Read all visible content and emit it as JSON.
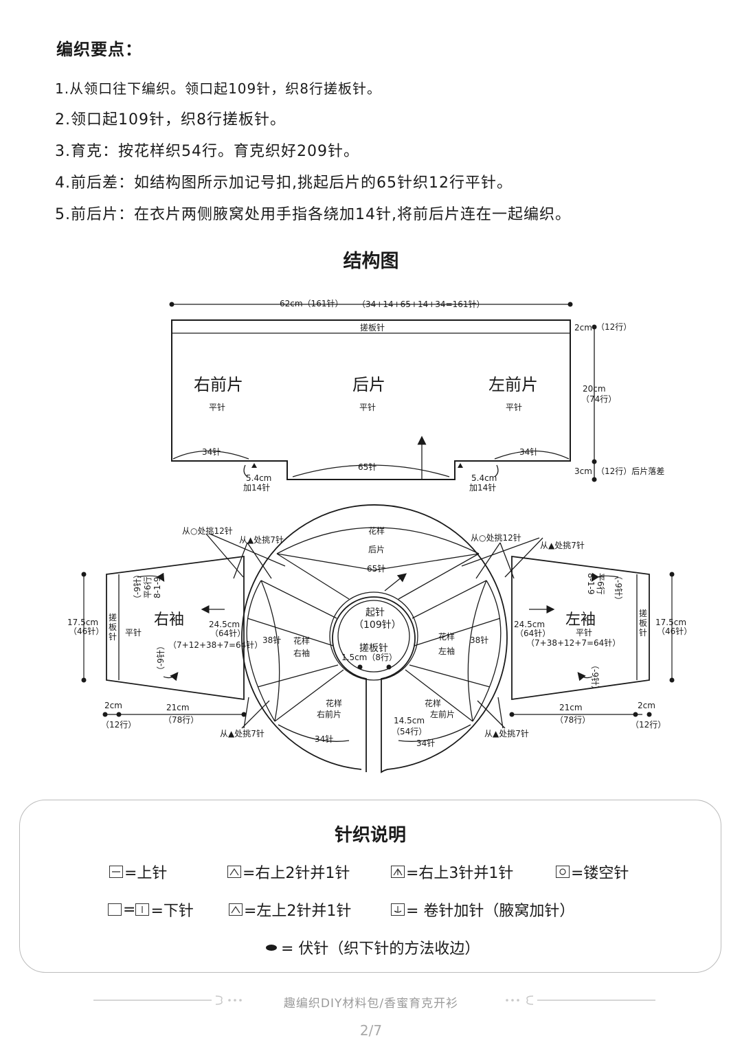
{
  "heading": "编织要点：",
  "steps": [
    "1.从领口往下编织。领口起109针，织8行搓板针。",
    "2.领口起109针，织8行搓板针。",
    "3.育克：按花样织54行。育克织好209针。",
    "4.前后差：如结构图所示加记号扣,挑起后片的65针织12行平针。",
    "5.前后片：在衣片两侧腋窝处用手指各绕加14针,将前后片连在一起编织。"
  ],
  "diagram_title": "结构图",
  "body_diagram": {
    "width_label": "62cm（161针）",
    "formula_label": "（34+14+65+14+34=161针）",
    "band_label": "搓板针",
    "band_height": "2cm",
    "band_rows": "（12行）",
    "body_height": "20cm",
    "body_rows": "（74行）",
    "diff_height": "3cm",
    "diff_note": "（12行）后片落差",
    "right_front": "右前片",
    "back": "后片",
    "left_front": "左前片",
    "stitch_plain": "平针",
    "side_stitches": "34针",
    "center_stitches": "65针",
    "armpit_width": "5.4cm",
    "armpit_add": "加14针"
  },
  "yoke_diagram": {
    "pick_12_left": "从○处挑12针",
    "pick_7_left": "从▲处挑7针",
    "pick_12_right": "从○处挑12针",
    "pick_7_right": "从▲处挑7针",
    "pick_7_bottom_left": "从▲处挑7针",
    "pick_7_bottom_right": "从▲处挑7针",
    "pattern": "花样",
    "back_piece": "后片",
    "back_stitches": "65针",
    "right_sleeve_piece": "右袖",
    "left_sleeve_piece": "左袖",
    "right_front_piece": "右前片",
    "left_front_piece": "左前片",
    "sleeve_yoke_stitches": "38针",
    "front_yoke_stitches": "34针",
    "cast_on": "起针",
    "cast_on_count": "（109针）",
    "collar_band": "搓板针",
    "collar_band_size": "1.5cm（8行）",
    "yoke_depth": "14.5cm",
    "yoke_rows": "（54行）"
  },
  "sleeves": {
    "right_title": "右袖",
    "left_title": "左袖",
    "plain": "平针",
    "cuff": "搓板针",
    "cuff_chars": [
      "搓",
      "板",
      "针"
    ],
    "upper_width": "24.5cm",
    "upper_stitches": "（64针）",
    "right_formula": "（7+12+38+7=64针）",
    "left_formula": "（7+38+12+7=64针）",
    "dec_top": "（-9针）",
    "dec_rule_1": "平6行",
    "dec_rule_2": "8-1-9",
    "dec_bottom": "（-9针）",
    "cuff_width": "17.5cm",
    "cuff_stitches": "（46针）",
    "length": "21cm",
    "length_rows": "（78行）",
    "cuff_length": "2cm",
    "cuff_rows": "（12行）"
  },
  "legend": {
    "title": "针织说明",
    "items": [
      "=上针",
      "=右上2针并1针",
      "=右上3针并1针",
      "=镂空针",
      "=",
      "=下针",
      "=左上2针并1针",
      "= 卷针加针（腋窝加针）",
      "= 伏针（织下针的方法收边）"
    ]
  },
  "footer": "趣编织DIY材料包/香蜜育克开衫",
  "page_number": "2/7"
}
